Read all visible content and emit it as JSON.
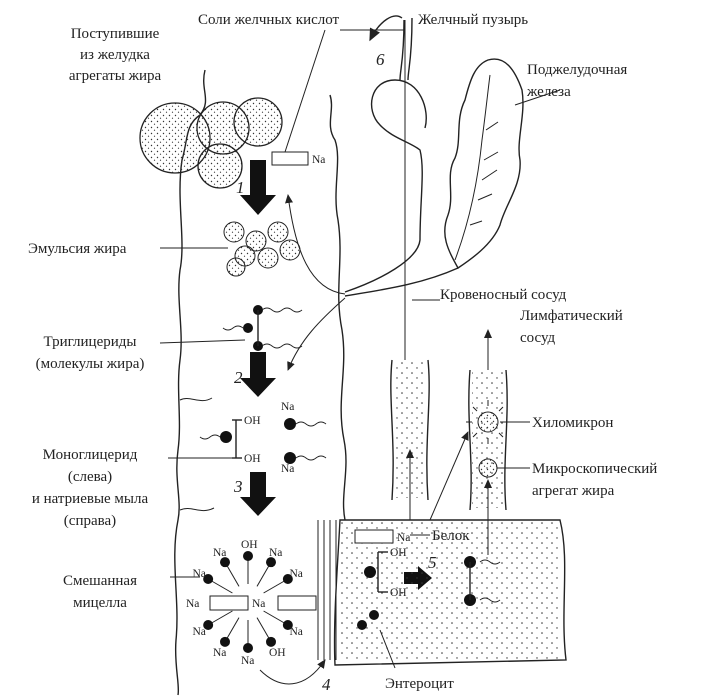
{
  "labels": {
    "fat_from_stomach": [
      "Поступившие",
      "из желудка",
      "агрегаты жира"
    ],
    "bile_salts": "Соли желчных кислот",
    "gallbladder": "Желчный пузырь",
    "pancreas": [
      "Поджелудочная",
      "железа"
    ],
    "emulsion": "Эмульсия жира",
    "blood_vessel": "Кровеносный сосуд",
    "lymph_vessel": [
      "Лимфатический",
      "сосуд"
    ],
    "triglycerides": [
      "Триглицериды",
      "(молекулы жира)"
    ],
    "chylomicron": "Хиломикрон",
    "monoglyceride": [
      "Моноглицерид",
      "(слева)",
      "и натриевые мыла",
      "(справа)"
    ],
    "micro_aggregate": [
      "Микроскопический",
      "агрегат жира"
    ],
    "protein": "Белок",
    "mixed_micelle": [
      "Смешанная",
      "мицелла"
    ],
    "enterocyte": "Энтероцит"
  },
  "steps": [
    "1",
    "2",
    "3",
    "4",
    "5",
    "6"
  ],
  "chem": {
    "oh": "OH",
    "na": "Na"
  }
}
